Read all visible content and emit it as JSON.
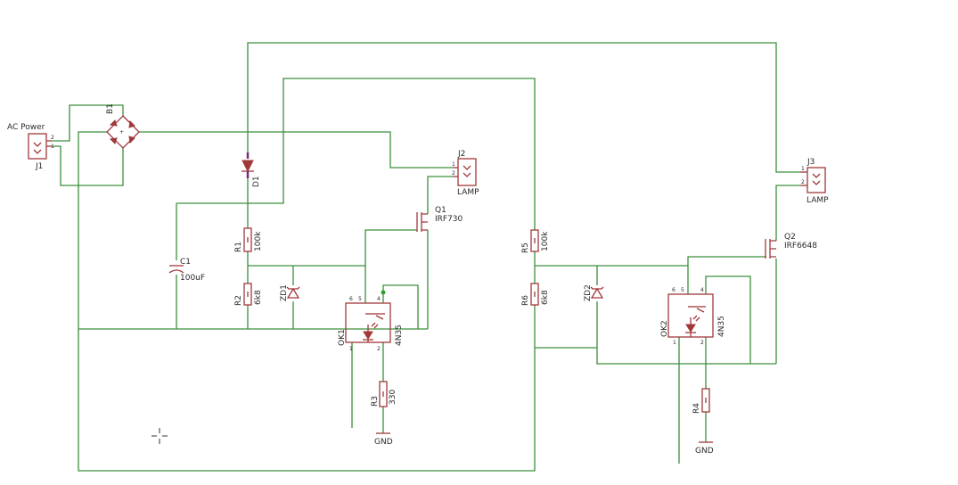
{
  "schematic": {
    "connectors": {
      "j1": {
        "title": "AC Power",
        "ref": "J1",
        "pin1": "1",
        "pin2": "2"
      },
      "j2": {
        "ref": "J2",
        "value": "LAMP",
        "pin1": "1",
        "pin2": "2"
      },
      "j3": {
        "ref": "J3",
        "value": "LAMP",
        "pin1": "1",
        "pin2": "2"
      }
    },
    "bridge": {
      "ref": "B1"
    },
    "diode": {
      "ref": "D1"
    },
    "capacitor": {
      "ref": "C1",
      "value": "100uF"
    },
    "resistors": {
      "r1": {
        "ref": "R1",
        "value": "100k"
      },
      "r2": {
        "ref": "R2",
        "value": "6k8"
      },
      "r3": {
        "ref": "R3",
        "value": "330"
      },
      "r4": {
        "ref": "R4",
        "value": ""
      },
      "r5": {
        "ref": "R5",
        "value": "100k"
      },
      "r6": {
        "ref": "R6",
        "value": "6k8"
      }
    },
    "zeners": {
      "zd1": {
        "ref": "ZD1"
      },
      "zd2": {
        "ref": "ZD2"
      }
    },
    "mosfets": {
      "q1": {
        "ref": "Q1",
        "value": "IRF730"
      },
      "q2": {
        "ref": "Q2",
        "value": "IRF6648"
      }
    },
    "optos": {
      "ok1": {
        "ref": "OK1",
        "value": "4N35",
        "pins": [
          "6",
          "5",
          "4",
          "1",
          "2"
        ]
      },
      "ok2": {
        "ref": "OK2",
        "value": "4N35",
        "pins": [
          "6",
          "5",
          "4",
          "1",
          "2"
        ]
      }
    },
    "grounds": {
      "gnd1": "GND",
      "gnd2": "GND"
    },
    "colors": {
      "wire": "#3c8f3c",
      "part": "#a0383a",
      "junction": "#2fa02f"
    }
  }
}
